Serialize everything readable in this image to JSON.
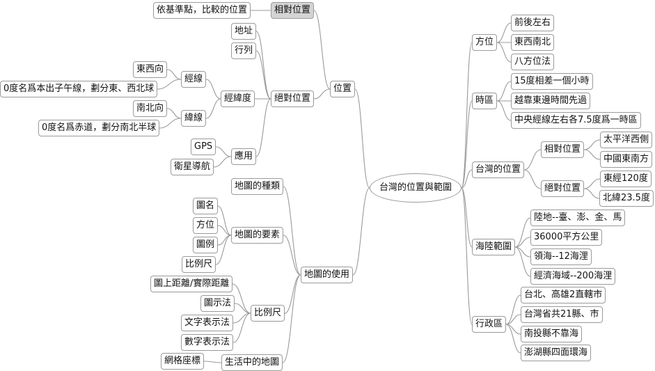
{
  "center": "台灣的位置與範圍",
  "colors": {
    "line": "#999999",
    "border": "#9a9a9a",
    "highlight": "#d4d4d4"
  },
  "left": {
    "position": {
      "label": "位置",
      "relative": {
        "label": "相對位置",
        "desc": "依基準點，比較的位置"
      },
      "absolute": {
        "label": "絕對位置",
        "address": "地址",
        "row": "行列",
        "latlon": {
          "label": "經緯度",
          "longitude": {
            "label": "經線",
            "direction": "東西向",
            "desc": "0度名爲本出子午線，劃分東、西北球"
          },
          "latitude": {
            "label": "緯線",
            "direction": "南北向",
            "desc": "0度名爲赤道，劃分南北半球"
          }
        },
        "application": {
          "label": "應用",
          "gps": "GPS",
          "satnav": "衛星導航"
        }
      }
    },
    "map_use": {
      "label": "地圖的使用",
      "types": "地圖的種類",
      "elements": {
        "label": "地圖的要素",
        "items": [
          "圖名",
          "方位",
          "圖例",
          "比例尺"
        ]
      },
      "scale": {
        "label": "比例尺",
        "items": [
          "圖上距離/實際距離",
          "圖示法",
          "文字表示法",
          "數字表示法"
        ]
      },
      "daily": {
        "label": "生活中的地圖",
        "grid": "網格座標"
      }
    }
  },
  "right": {
    "direction": {
      "label": "方位",
      "items": [
        "前後左右",
        "東西南北",
        "八方位法"
      ]
    },
    "timezone": {
      "label": "時區",
      "items": [
        "15度相差一個小時",
        "越靠東邊時間先過",
        "中央經線左右各7.5度爲一時區"
      ]
    },
    "taiwan_position": {
      "label": "台灣的位置",
      "relative": {
        "label": "相對位置",
        "items": [
          "太平洋西側",
          "中國東南方"
        ]
      },
      "absolute": {
        "label": "絕對位置",
        "items": [
          "東經120度",
          "北緯23.5度"
        ]
      }
    },
    "territory": {
      "label": "海陸範圍",
      "items": [
        "陸地--臺、澎、金、馬",
        "36000平方公里",
        "領海--12海浬",
        "經濟海域--200海浬"
      ]
    },
    "admin": {
      "label": "行政區",
      "items": [
        "台北、高雄2直轄市",
        "台灣省共21縣、市",
        "南投縣不靠海",
        "澎湖縣四面環海"
      ]
    }
  }
}
